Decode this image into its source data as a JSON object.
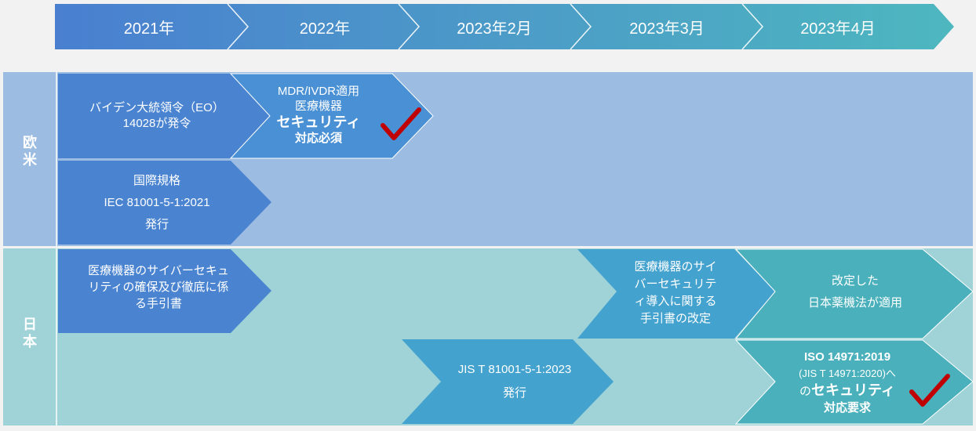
{
  "timeline": {
    "years": [
      "2021年",
      "2022年",
      "2023年2月",
      "2023年3月",
      "2023年4月"
    ]
  },
  "regions": {
    "western": "欧米",
    "japan": "日本"
  },
  "items": {
    "eo_order": [
      "バイデン大統領令（EO）",
      "14028が発令"
    ],
    "mdr_ivdr": [
      "MDR/IVDR適用",
      "医療機器",
      "セキュリティ",
      "対応必須"
    ],
    "iec": [
      "国際規格",
      "IEC 81001-5-1:2021",
      "発行"
    ],
    "guide_jp": [
      "医療機器のサイバーセキュ",
      "リティの確保及び徹底に係",
      "る手引書"
    ],
    "guide_rev": [
      "医療機器のサイ",
      "バーセキュリテ",
      "ィ導入に関する",
      "手引書の改定"
    ],
    "pmd_act": [
      "改定した",
      "日本薬機法が適用"
    ],
    "jis": [
      "JIS T 81001-5-1:2023",
      "発行"
    ],
    "iso": [
      "ISO 14971:2019",
      "(JIS T 14971:2020)へ",
      "の",
      "セキュリティ",
      "対応要求"
    ]
  },
  "colors": {
    "header_start": "#4a7fd0",
    "header_end": "#4db7bf",
    "western_band": "#9dbce1",
    "japan_band": "#9fd3d7",
    "blue_box": "#4a84d1",
    "teal_box": "#4ab0bc",
    "mid_box": "#44a2cf",
    "check": "#c00000"
  }
}
